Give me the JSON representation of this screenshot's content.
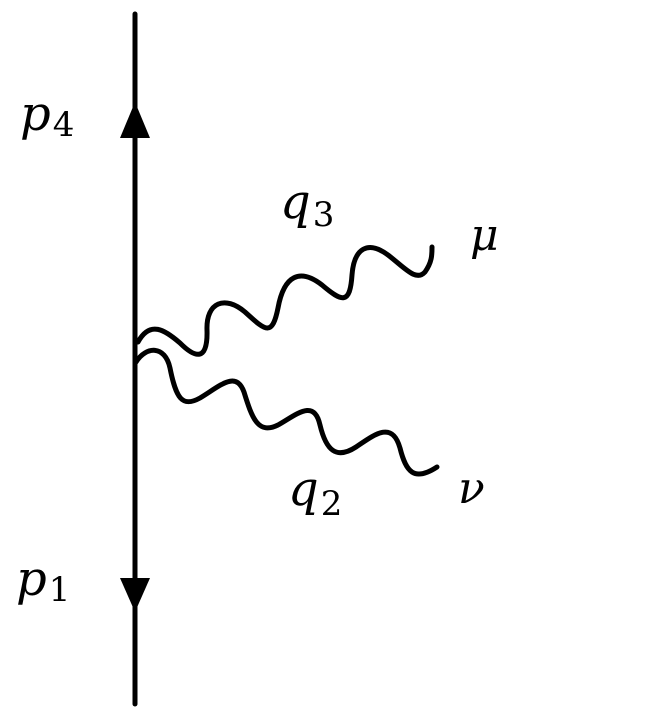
{
  "labels": {
    "p4": {
      "base": "p",
      "sub": "4"
    },
    "p1": {
      "base": "p",
      "sub": "1"
    },
    "q3": {
      "base": "q",
      "sub": "3"
    },
    "q2": {
      "base": "q",
      "sub": "2"
    },
    "mu": "μ",
    "nu": "ν"
  },
  "colors": {
    "line": "#000000",
    "background": "#ffffff"
  }
}
